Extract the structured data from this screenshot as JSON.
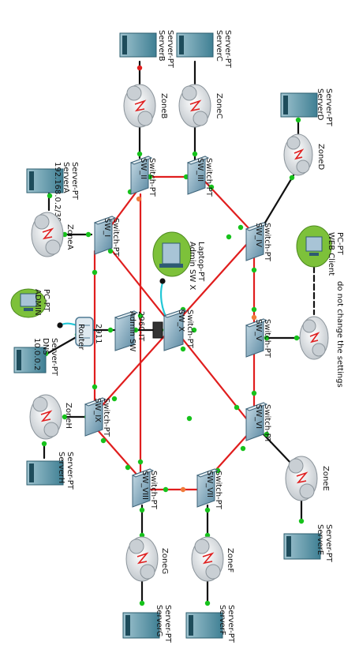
{
  "colors": {
    "background": "#ffffff",
    "ring_link": "#e01e1e",
    "access_link": "#111111",
    "console_link": "#22c7d6",
    "port_up": "#16c21b",
    "port_amber": "#f07b3a",
    "port_down": "#e01e1e",
    "device_accent": "#2f7eb4",
    "host_bubble": "#7dc13a"
  },
  "icons": {
    "server": "server-icon",
    "switch": "switch-icon",
    "cloud": "cloud-icon",
    "router": "router-icon",
    "pc": "pc-icon",
    "laptop": "laptop-icon"
  },
  "servers": {
    "a": {
      "type": "Server-PT",
      "name": "ServerA",
      "ip": "192.168.0.2/30"
    },
    "b": {
      "type": "Server-PT",
      "name": "ServerB"
    },
    "c": {
      "type": "Server-PT",
      "name": "ServerC"
    },
    "d": {
      "type": "Server-PT",
      "name": "ServerD"
    },
    "e": {
      "type": "Server-PT",
      "name": "ServerE"
    },
    "f": {
      "type": "Server-PT",
      "name": "ServerF"
    },
    "g": {
      "type": "Server-PT",
      "name": "ServerG"
    },
    "h": {
      "type": "Server-PT",
      "name": "ServerH"
    },
    "dns": {
      "type": "Server-PT",
      "name": "DNS",
      "ip": "10.0.0.2"
    }
  },
  "zones": {
    "a": "ZoneA",
    "b": "ZoneB",
    "c": "ZoneC",
    "d": "ZoneD",
    "e": "ZoneE",
    "f": "ZoneF",
    "g": "ZoneG",
    "h": "ZoneH"
  },
  "switches": {
    "sw1": {
      "type": "Switch-PT",
      "name": "SW_I"
    },
    "sw2": {
      "type": "Switch-PT",
      "name": "SW_II"
    },
    "sw3": {
      "type": "Switch-PT",
      "name": "SW_III"
    },
    "sw4": {
      "type": "Switch-PT",
      "name": "SW_IV"
    },
    "sw5": {
      "type": "Switch-PT",
      "name": "SW_V"
    },
    "sw6": {
      "type": "Switch-PT",
      "name": "SW_VI"
    },
    "sw7": {
      "type": "Switch-PT",
      "name": "SW_VII"
    },
    "sw8": {
      "type": "Switch-PT",
      "name": "SW_VIII"
    },
    "sw9": {
      "type": "Switch-PT",
      "name": "SW_IX"
    },
    "swx": {
      "type": "Switch-PT",
      "name": "SW_X"
    },
    "admin_sw": {
      "type": "2960-IT",
      "name": "Admin SW"
    }
  },
  "router": {
    "label": "Router",
    "model": "2911"
  },
  "hosts": {
    "admin_pc": {
      "type": "PC-PT",
      "name": "ADMIN"
    },
    "laptop": {
      "type": "Laptop-PT",
      "name": "Admin SW X"
    },
    "web_client": {
      "type": "PC-PT",
      "name": "WEB Client"
    }
  },
  "note": "do not change the settings"
}
